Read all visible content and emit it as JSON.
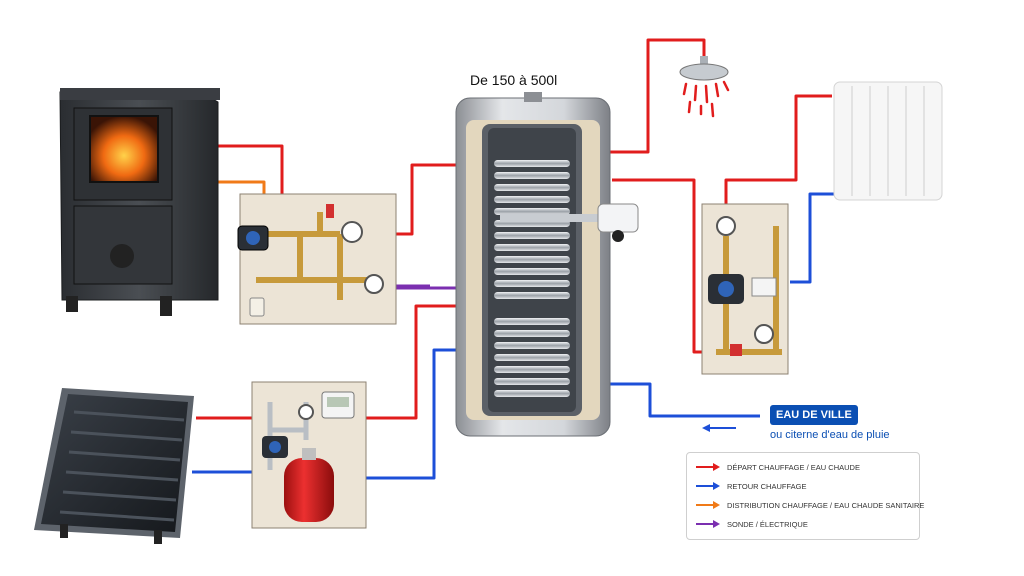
{
  "tank": {
    "capacity_label": "De 150 à 500l"
  },
  "water_source": {
    "badge": "EAU DE VILLE",
    "subtitle": "ou citerne d'eau de pluie"
  },
  "legend": [
    {
      "label": "DÉPART CHAUFFAGE / EAU CHAUDE",
      "color": "#e11d1d"
    },
    {
      "label": "RETOUR CHAUFFAGE",
      "color": "#1d4fd8"
    },
    {
      "label": "DISTRIBUTION CHAUFFAGE / EAU CHAUDE SANITAIRE",
      "color": "#f07a18"
    },
    {
      "label": "SONDE / ÉLECTRIQUE",
      "color": "#7b2fb0"
    }
  ],
  "colors": {
    "hot": "#e11d1d",
    "cold": "#1d4fd8",
    "distribution": "#f07a18",
    "sensor": "#7b2fb0"
  }
}
